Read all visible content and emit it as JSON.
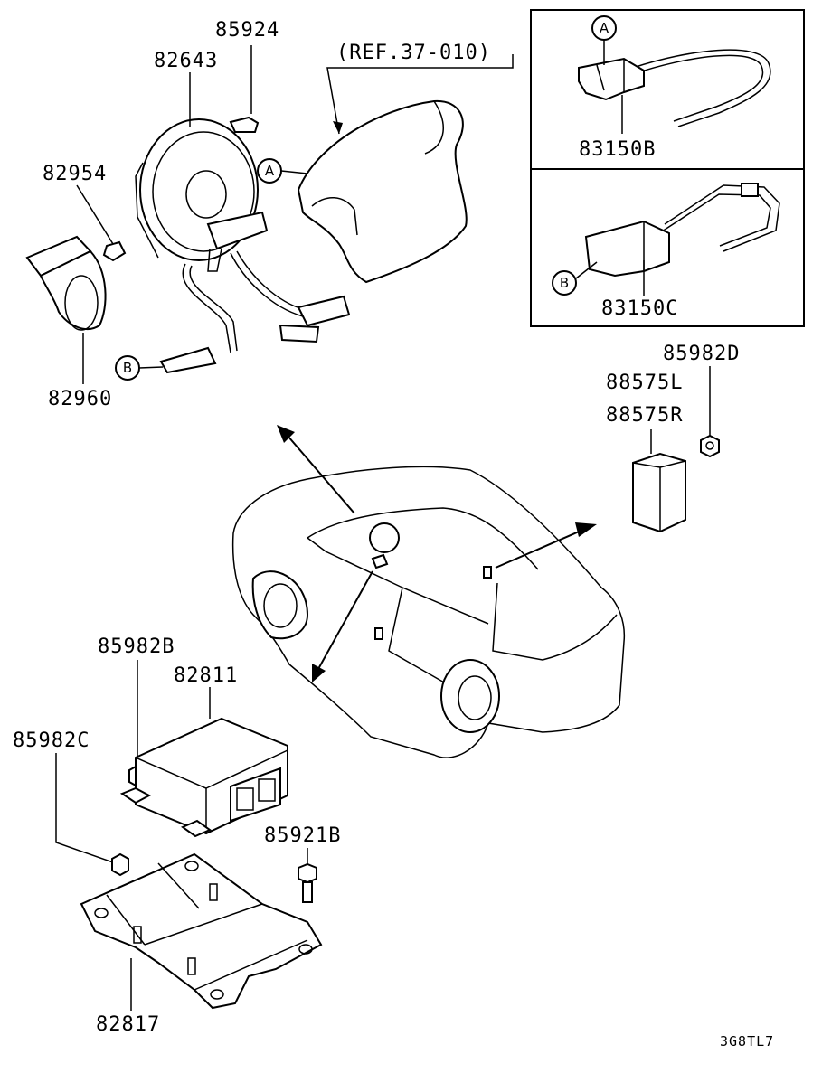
{
  "diagram": {
    "reference": "(REF.37-010)",
    "drawing_code": "3G8TL7",
    "callouts": {
      "a": "A",
      "b": "B"
    },
    "parts": {
      "p85924": "85924",
      "p82643": "82643",
      "p82954": "82954",
      "p82960": "82960",
      "p83150B": "83150B",
      "p83150C": "83150C",
      "p85982D": "85982D",
      "p88575L": "88575L",
      "p88575R": "88575R",
      "p85982B": "85982B",
      "p82811": "82811",
      "p85982C": "85982C",
      "p85921B": "85921B",
      "p82817": "82817"
    }
  }
}
